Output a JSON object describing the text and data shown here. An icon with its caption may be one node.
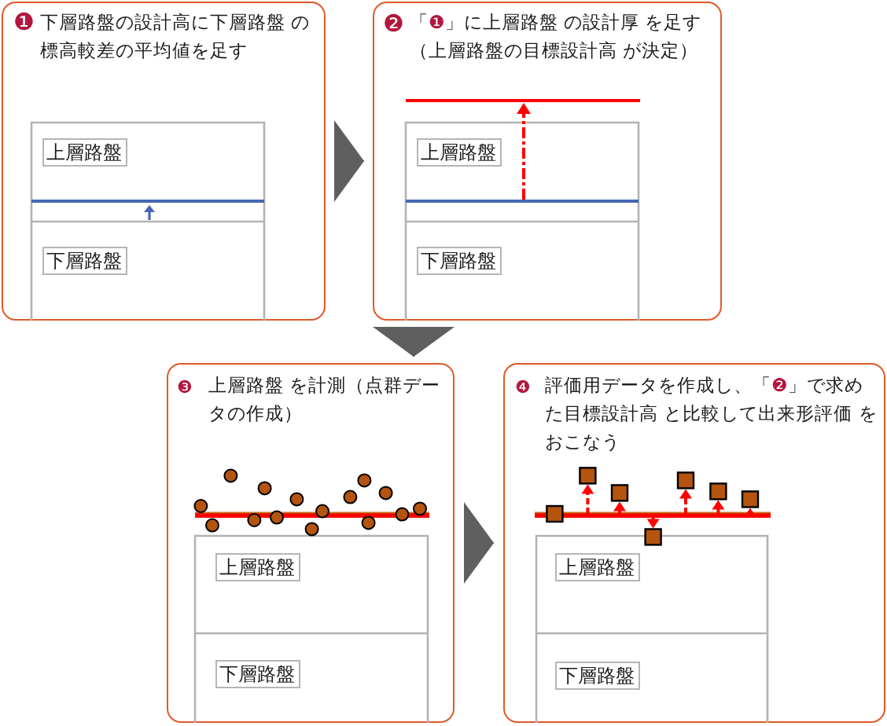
{
  "diagram": {
    "nodes": [
      {
        "text": [
          "❶",
          "下層路盤の設計高に下層路盤 の標高較差の平均値を足す"
        ]
      },
      {
        "text": [
          "上層路盤"
        ],
        "in": 0
      },
      {
        "text": [
          "下層路盤"
        ],
        "in": 0
      },
      {
        "text": [
          "❷",
          "「❶」に上層路盤 の設計厚 を足す（上層路盤の目標設計高 が決定）"
        ]
      },
      {
        "text": [
          "上層路盤"
        ],
        "in": 3
      },
      {
        "text": [
          "下層路盤"
        ],
        "in": 3
      },
      {
        "text": [
          "❸",
          "上層路盤 を計測（点群データの作成）"
        ]
      },
      {
        "text": [
          "上層路盤"
        ],
        "in": 6
      },
      {
        "text": [
          "下層路盤"
        ],
        "in": 6
      },
      {
        "text": [
          "❹",
          "評価用データを作成し、「❷」で求めた目標設計高 と比較して出来形評価 をおこなう"
        ]
      },
      {
        "text": [
          "上層路盤"
        ],
        "in": 9
      },
      {
        "text": [
          "下層路盤"
        ],
        "in": 9
      }
    ],
    "edges": [
      {
        "from": 0,
        "to": 3,
        "arrow": "to"
      },
      {
        "from": 3,
        "to": 6,
        "arrow": "to"
      },
      {
        "from": 6,
        "to": 9,
        "arrow": "to"
      }
    ]
  }
}
